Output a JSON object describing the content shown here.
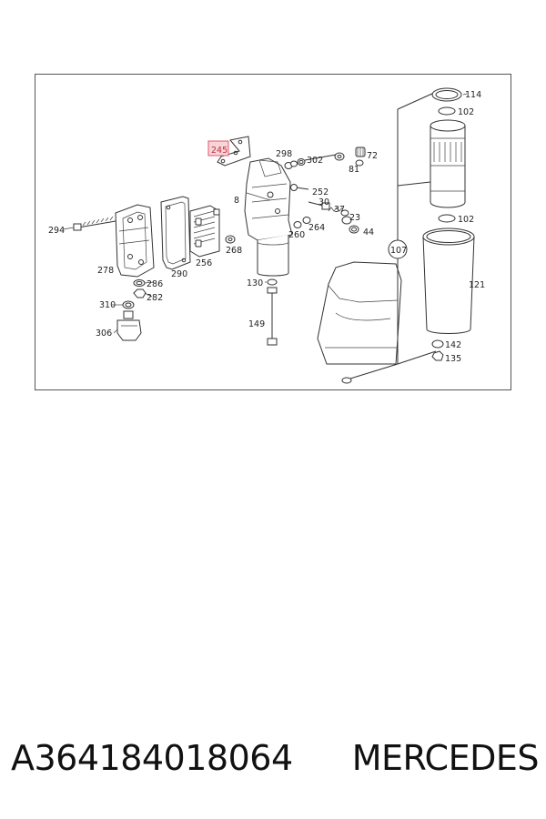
{
  "caption": {
    "part_number": "A364184018064",
    "brand": "MERCEDES"
  },
  "diagram": {
    "highlighted_label": "245",
    "highlight_color": "#e05a6a",
    "labels": [
      "294",
      "278",
      "286",
      "282",
      "310",
      "306",
      "290",
      "256",
      "268",
      "245",
      "8",
      "298",
      "302",
      "252",
      "30",
      "37",
      "23",
      "44",
      "264",
      "260",
      "130",
      "149",
      "72",
      "81",
      "107",
      "114",
      "102",
      "102",
      "121",
      "142",
      "135"
    ]
  }
}
